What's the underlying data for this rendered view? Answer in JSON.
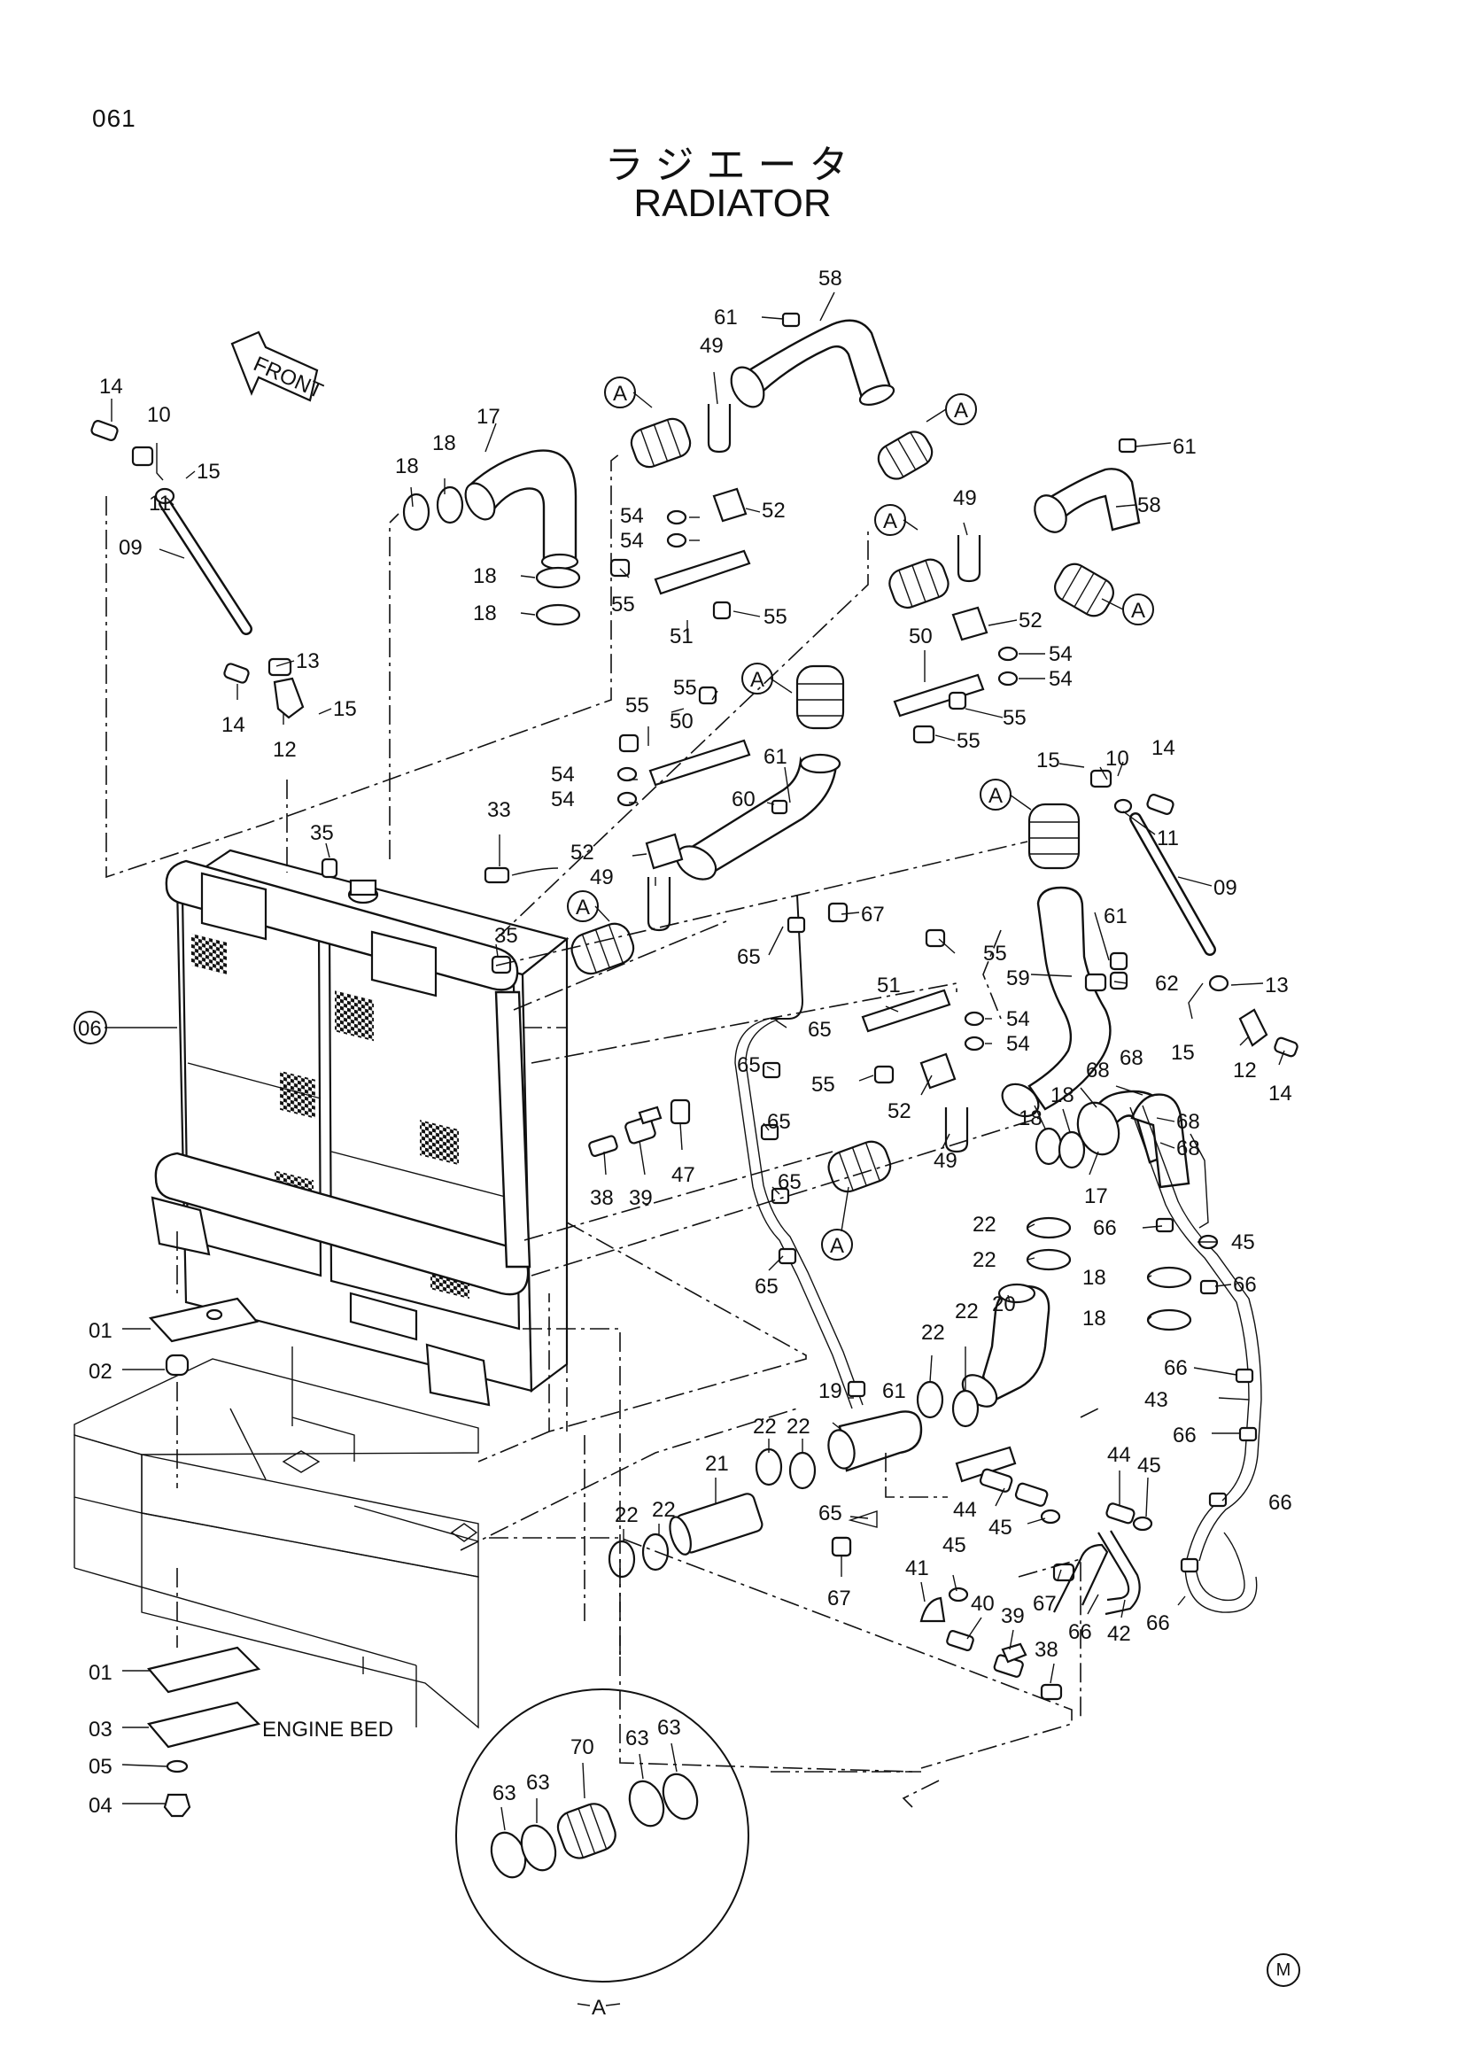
{
  "page_number": "061",
  "title_jp": "ラジエータ",
  "title_en": "RADIATOR",
  "front_label": "FRONT",
  "engine_bed_label": "ENGINE BED",
  "detail_view_letter": "A",
  "ref_letter": "A",
  "corner_mark": "M",
  "callout_circled": "06",
  "callouts": [
    "14",
    "10",
    "15",
    "11",
    "09",
    "13",
    "14",
    "12",
    "15",
    "18",
    "18",
    "17",
    "18",
    "18",
    "49",
    "61",
    "58",
    "52",
    "54",
    "54",
    "55",
    "51",
    "55",
    "61",
    "58",
    "49",
    "52",
    "54",
    "54",
    "50",
    "55",
    "55",
    "55",
    "50",
    "55",
    "54",
    "54",
    "52",
    "49",
    "61",
    "60",
    "33",
    "35",
    "35",
    "10",
    "14",
    "15",
    "11",
    "09",
    "13",
    "12",
    "14",
    "15",
    "67",
    "65",
    "65",
    "65",
    "65",
    "65",
    "65",
    "55",
    "51",
    "54",
    "54",
    "55",
    "52",
    "49",
    "61",
    "62",
    "59",
    "68",
    "68",
    "68",
    "68",
    "17",
    "18",
    "18",
    "38",
    "39",
    "47",
    "22",
    "22",
    "45",
    "66",
    "18",
    "66",
    "18",
    "22",
    "22",
    "20",
    "66",
    "43",
    "66",
    "44",
    "45",
    "66",
    "19",
    "61",
    "22",
    "22",
    "21",
    "22",
    "22",
    "44",
    "45",
    "65",
    "67",
    "41",
    "45",
    "40",
    "39",
    "38",
    "67",
    "66",
    "42",
    "66",
    "01",
    "02",
    "01",
    "03",
    "05",
    "04",
    "63",
    "63",
    "70",
    "63",
    "63"
  ]
}
